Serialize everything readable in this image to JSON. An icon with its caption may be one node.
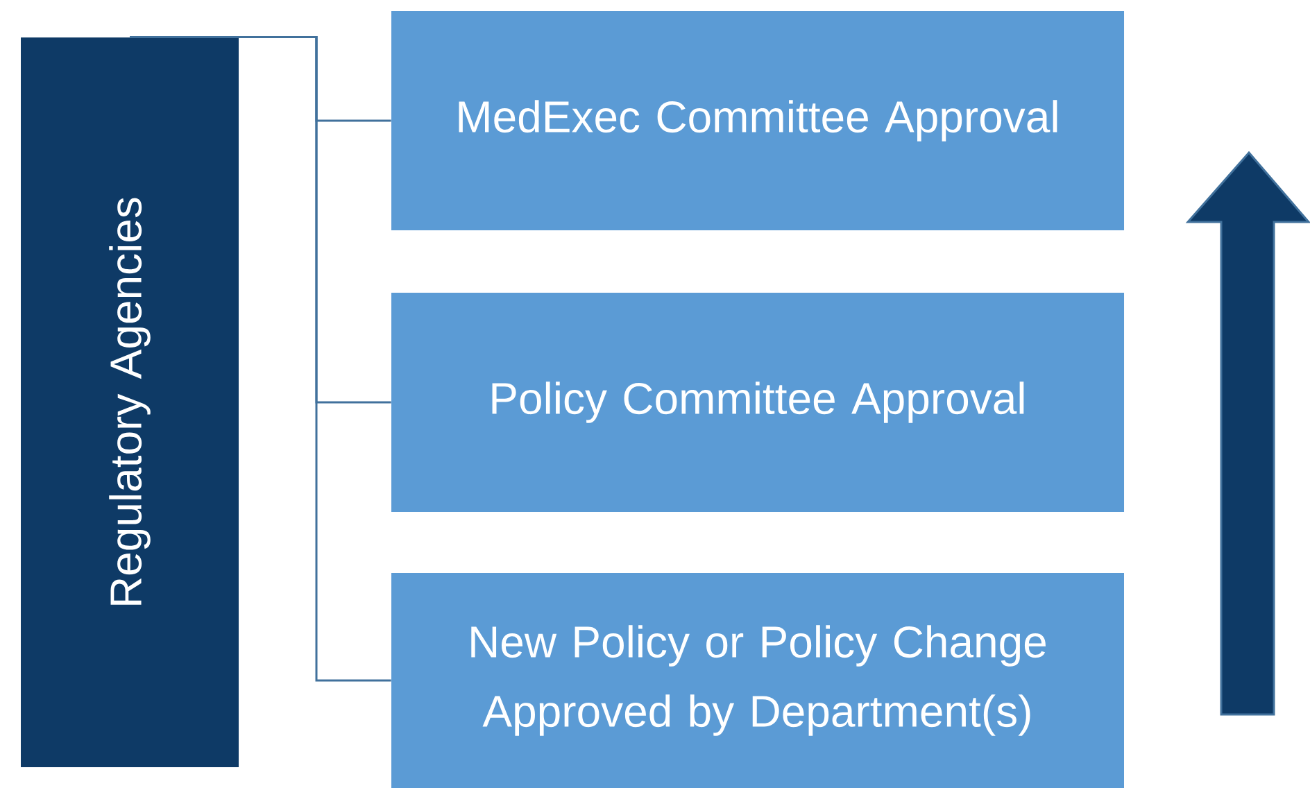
{
  "diagram": {
    "nodes": [
      {
        "text": [
          "Regulatory Agencies"
        ]
      },
      {
        "text": [
          "MedExec Committee Approval"
        ]
      },
      {
        "text": [
          "Policy Committee Approval"
        ]
      },
      {
        "text": [
          "New Policy or Policy Change Approved by Department(s)"
        ]
      }
    ],
    "edges": [
      {
        "from": 0,
        "to": 1,
        "arrow": "none"
      },
      {
        "from": 0,
        "to": 2,
        "arrow": "none"
      },
      {
        "from": 0,
        "to": 3,
        "arrow": "none"
      }
    ]
  }
}
